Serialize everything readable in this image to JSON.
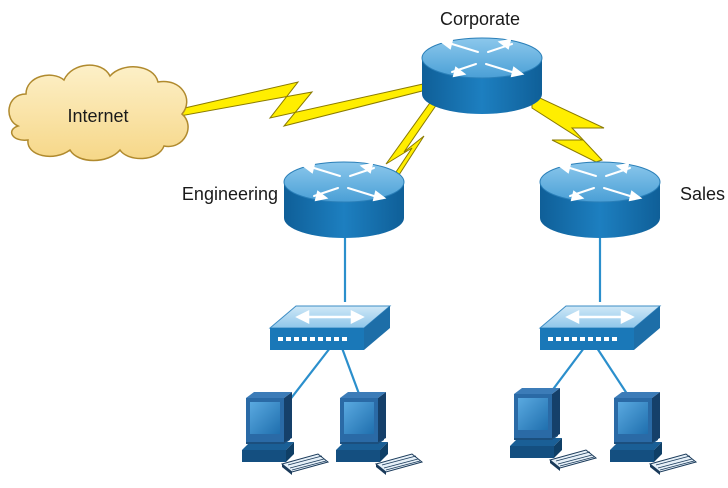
{
  "diagram": {
    "nodes": {
      "internet": {
        "label": "Internet",
        "icon": "cloud-icon"
      },
      "corporate": {
        "label": "Corporate",
        "icon": "router-icon"
      },
      "engineering": {
        "label": "Engineering",
        "icon": "router-icon"
      },
      "sales": {
        "label": "Sales",
        "icon": "router-icon"
      },
      "engineering_switch": {
        "icon": "switch-icon"
      },
      "sales_switch": {
        "icon": "switch-icon"
      },
      "hosts": [
        "workstation-icon",
        "workstation-icon",
        "workstation-icon",
        "workstation-icon"
      ]
    },
    "links": [
      {
        "from": "Internet",
        "to": "Corporate",
        "type": "serial-wan"
      },
      {
        "from": "Corporate",
        "to": "Engineering",
        "type": "serial-wan"
      },
      {
        "from": "Corporate",
        "to": "Sales",
        "type": "serial-wan"
      },
      {
        "from": "Engineering",
        "to": "Engineering switch",
        "type": "ethernet"
      },
      {
        "from": "Sales",
        "to": "Sales switch",
        "type": "ethernet"
      },
      {
        "from": "Engineering switch",
        "to": "Engineering hosts",
        "type": "ethernet"
      },
      {
        "from": "Sales switch",
        "to": "Sales hosts",
        "type": "ethernet"
      }
    ],
    "colors": {
      "router_body": "#1a74b2",
      "router_top": "#6ab4e0",
      "cloud_fill": "#fbe3a4",
      "cloud_stroke": "#b08a2e",
      "wan_bolt": "#ffee00",
      "lan_line": "#2b8fcc"
    }
  }
}
